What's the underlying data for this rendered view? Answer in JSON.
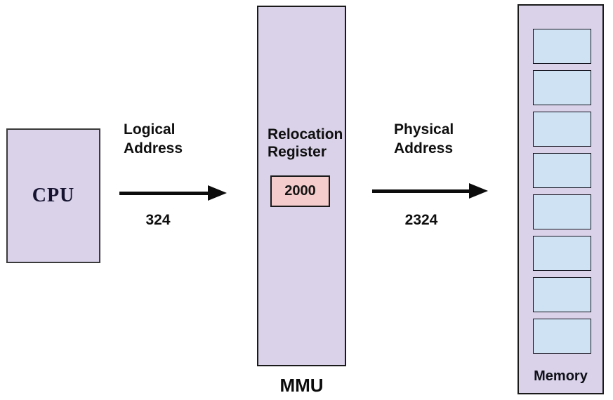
{
  "diagram": {
    "cpu": {
      "label": "CPU"
    },
    "logical": {
      "label": "Logical Address",
      "value": "324"
    },
    "mmu": {
      "register_label": "Relocation Register",
      "register_value": "2000",
      "caption": "MMU"
    },
    "physical": {
      "label": "Physical Address",
      "value": "2324"
    },
    "memory": {
      "caption": "Memory",
      "cell_count": 8
    }
  },
  "colors": {
    "box_fill": "#d9d2e9",
    "memory_cell_fill": "#cfe2f3",
    "register_fill": "#f4cccc",
    "arrow": "#0c0c0c",
    "border": "#1a1a1a"
  }
}
